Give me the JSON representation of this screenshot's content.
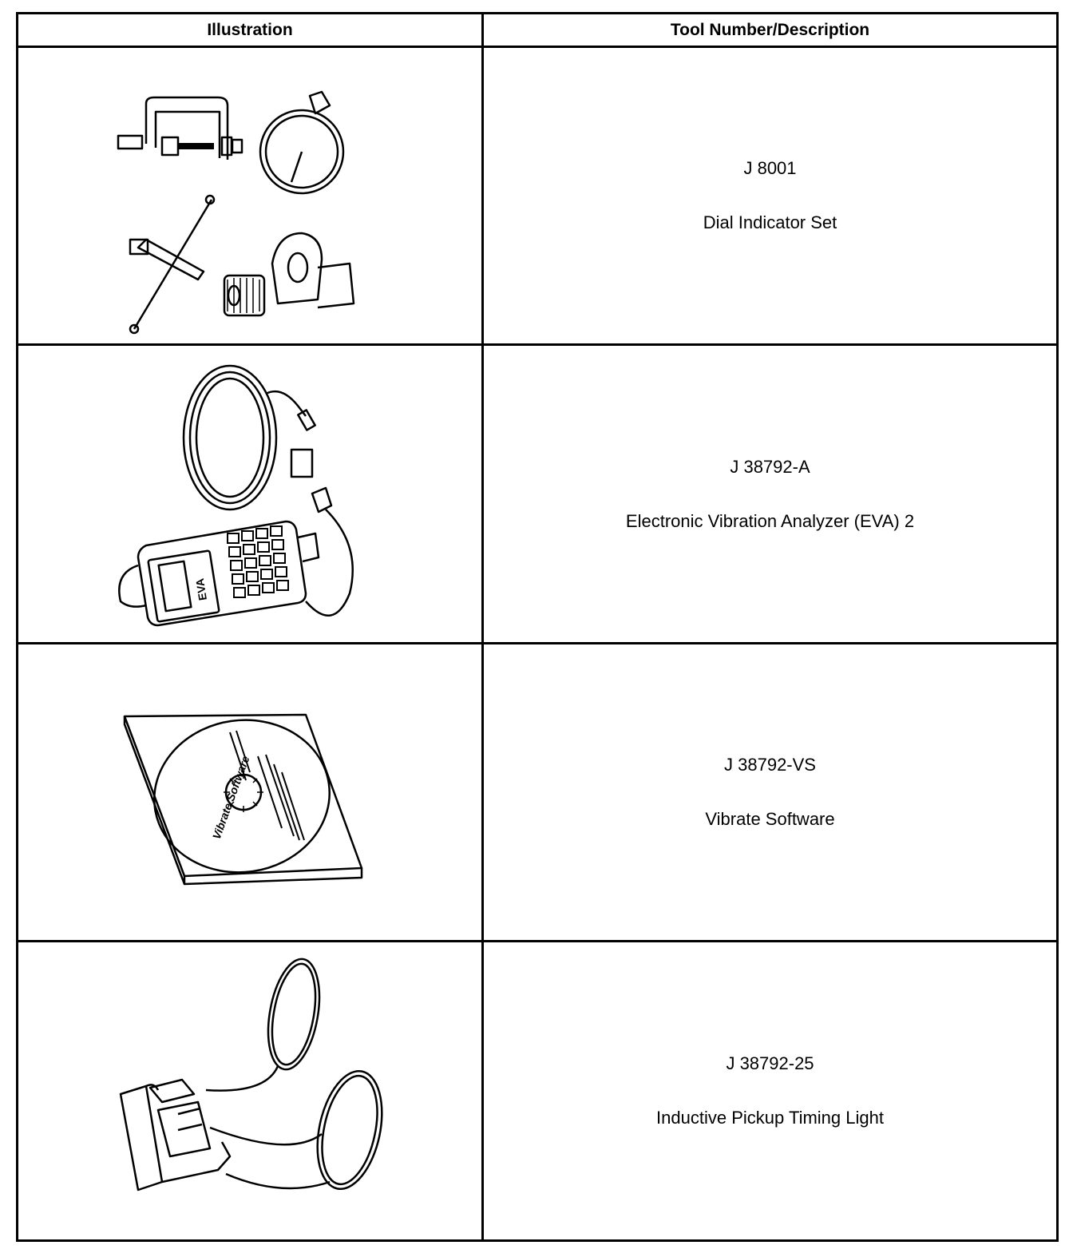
{
  "table": {
    "headers": {
      "illustration": "Illustration",
      "tool": "Tool Number/Description"
    },
    "rows": [
      {
        "number": "J 8001",
        "description": "Dial Indicator Set",
        "illustration_icon": "dial-indicator-set-illustration"
      },
      {
        "number": "J 38792-A",
        "description": "Electronic Vibration Analyzer (EVA) 2",
        "illustration_icon": "vibration-analyzer-illustration",
        "device_label": "EVA"
      },
      {
        "number": "J 38792-VS",
        "description": "Vibrate Software",
        "illustration_icon": "software-cd-illustration",
        "disc_label": "Vibrate Software"
      },
      {
        "number": "J 38792-25",
        "description": "Inductive Pickup Timing Light",
        "illustration_icon": "timing-light-illustration"
      }
    ]
  }
}
